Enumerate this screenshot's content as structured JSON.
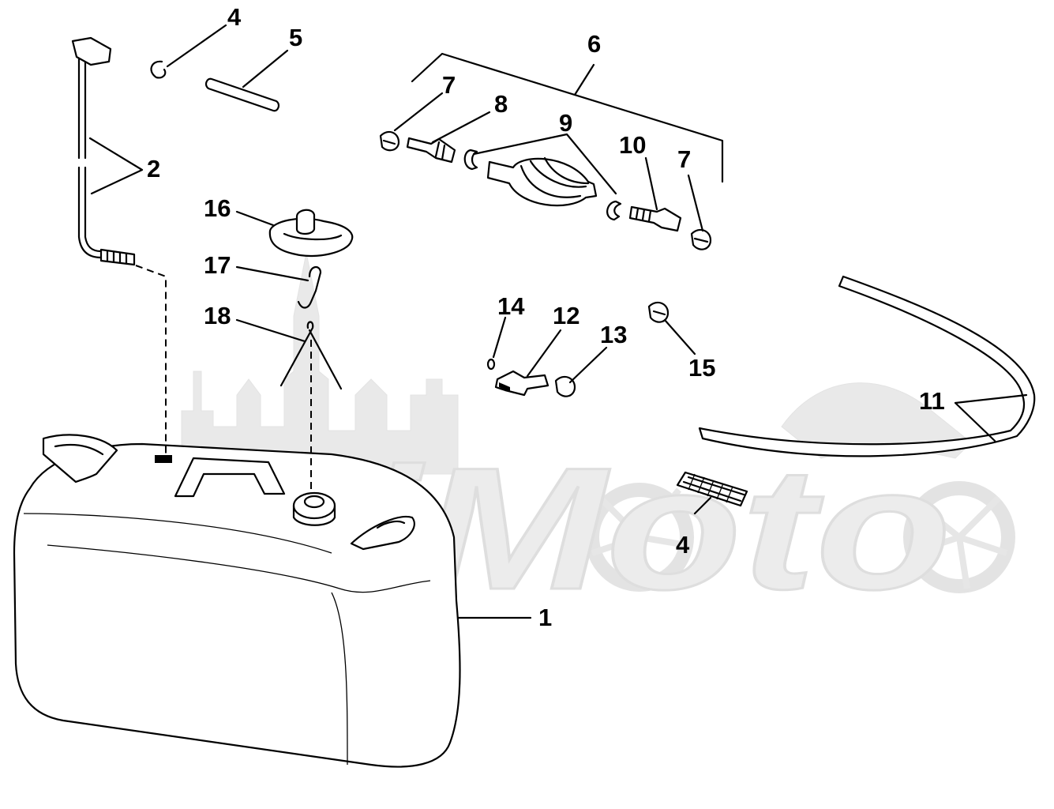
{
  "watermark": {
    "text": "AeiMoto"
  },
  "callouts": [
    {
      "id": "c1",
      "label": "1"
    },
    {
      "id": "c2",
      "label": "2"
    },
    {
      "id": "c4a",
      "label": "4"
    },
    {
      "id": "c4b",
      "label": "4"
    },
    {
      "id": "c5",
      "label": "5"
    },
    {
      "id": "c6",
      "label": "6"
    },
    {
      "id": "c7a",
      "label": "7"
    },
    {
      "id": "c7b",
      "label": "7"
    },
    {
      "id": "c8",
      "label": "8"
    },
    {
      "id": "c9",
      "label": "9"
    },
    {
      "id": "c10",
      "label": "10"
    },
    {
      "id": "c11",
      "label": "11"
    },
    {
      "id": "c12",
      "label": "12"
    },
    {
      "id": "c13",
      "label": "13"
    },
    {
      "id": "c14",
      "label": "14"
    },
    {
      "id": "c15",
      "label": "15"
    },
    {
      "id": "c16",
      "label": "16"
    },
    {
      "id": "c17",
      "label": "17"
    },
    {
      "id": "c18",
      "label": "18"
    }
  ]
}
